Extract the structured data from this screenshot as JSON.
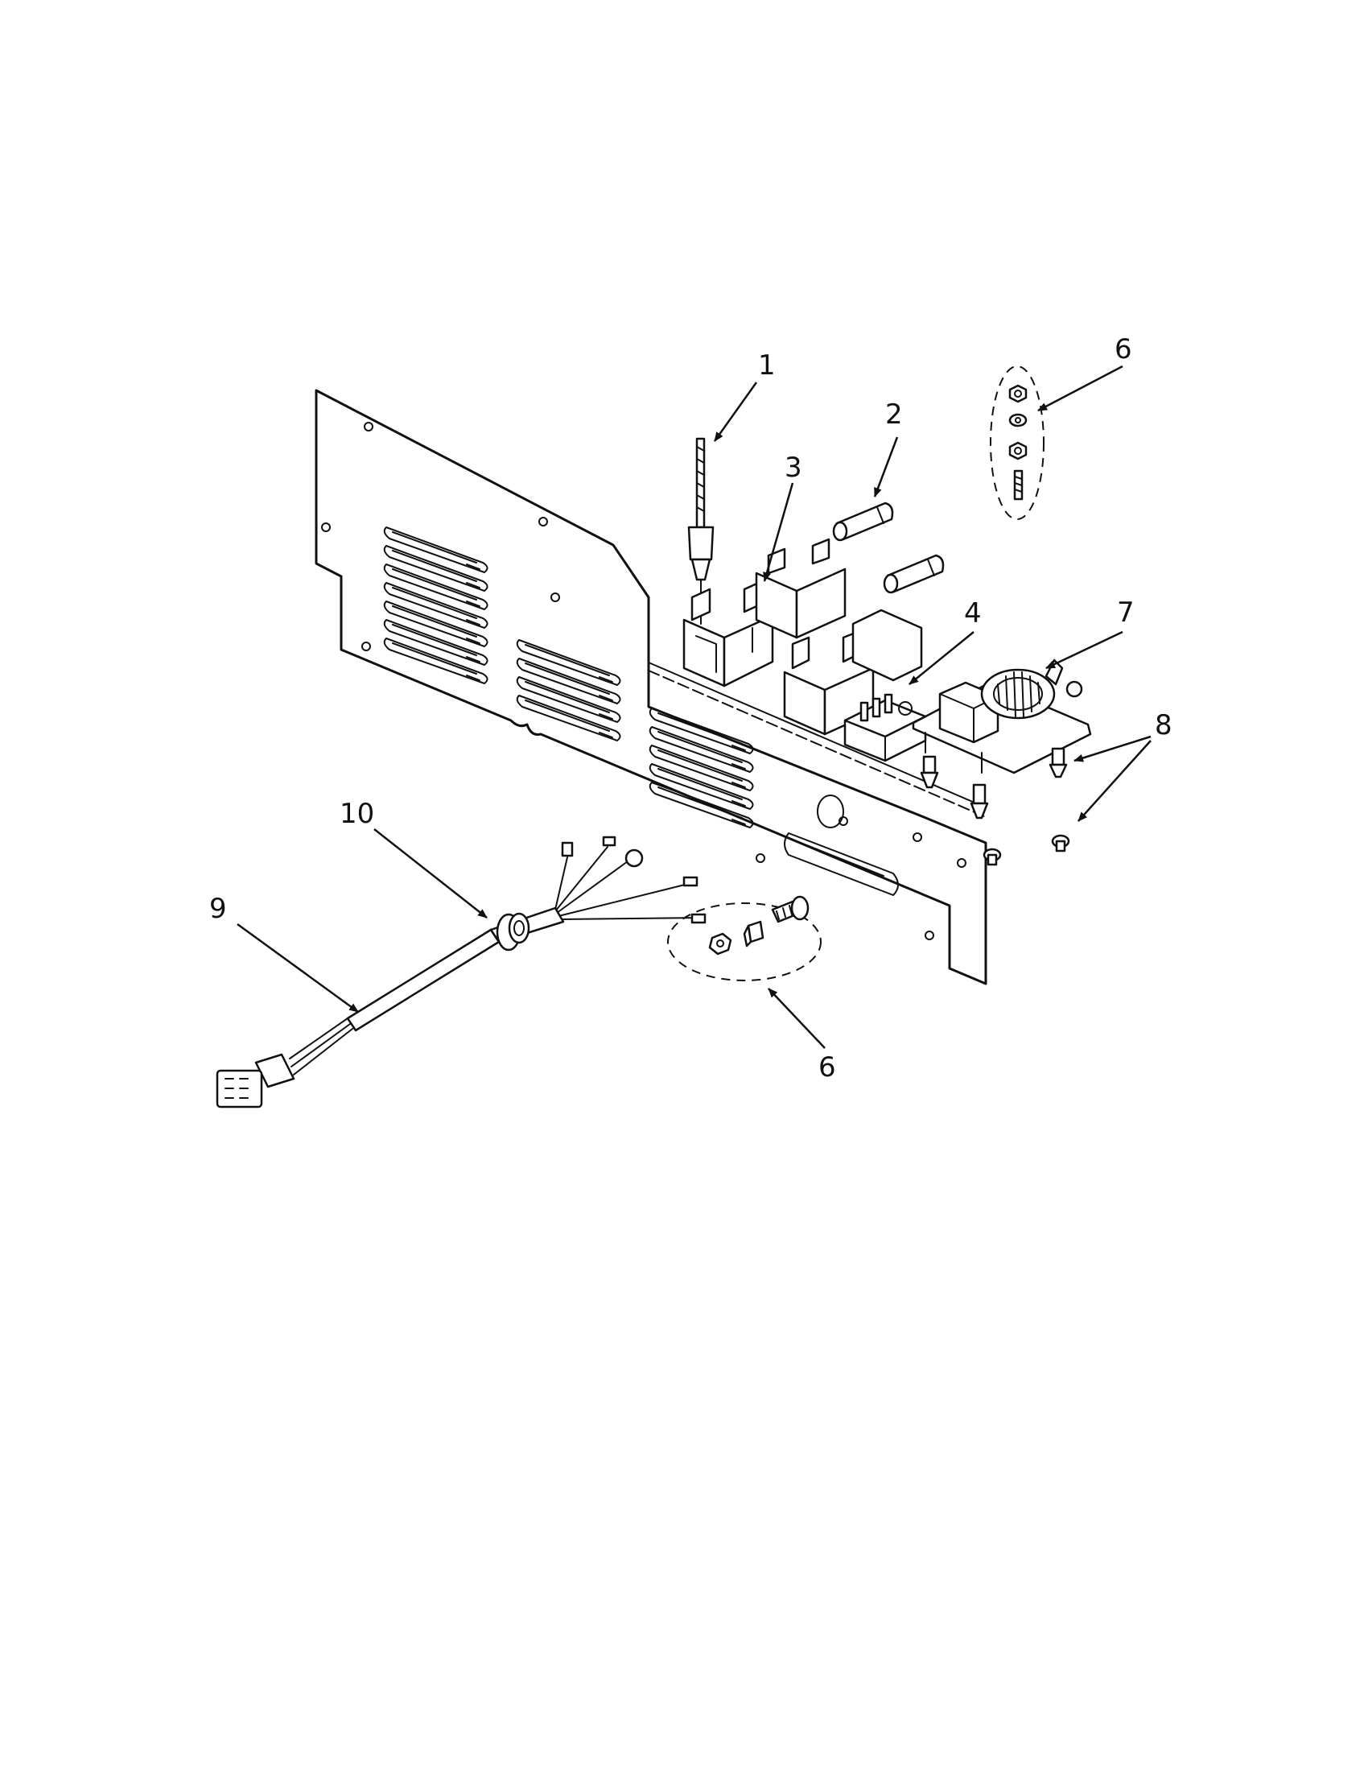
{
  "callouts": {
    "c1": "1",
    "c2": "2",
    "c3": "3",
    "c4": "4",
    "c6a": "6",
    "c6b": "6",
    "c7": "7",
    "c8": "8",
    "c9": "9",
    "c10": "10"
  }
}
